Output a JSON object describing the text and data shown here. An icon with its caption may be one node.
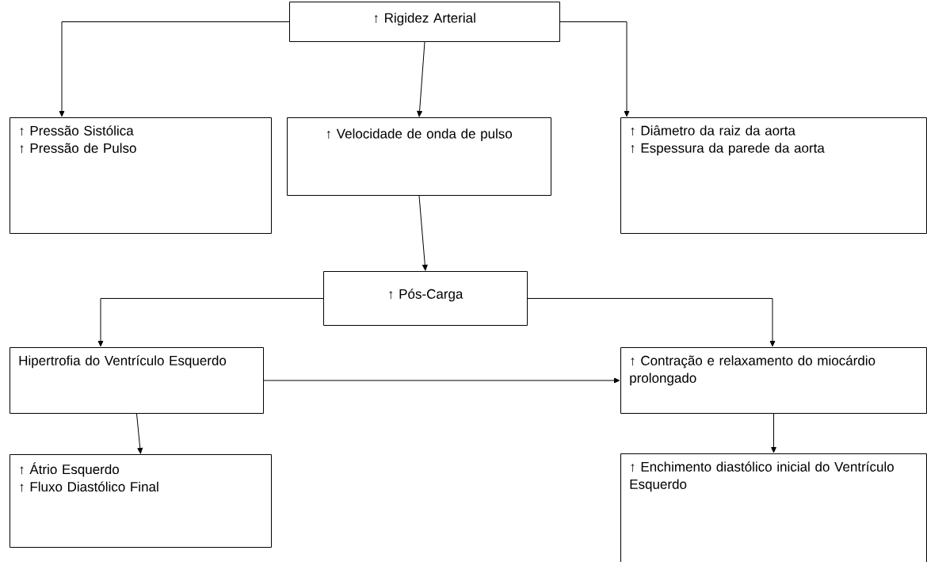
{
  "diagram": {
    "nodes": [
      {
        "text": [
          "↑ Rigidez Arterial"
        ]
      },
      {
        "text": [
          "↑ Pressão Sistólica",
          "↑ Pressão de Pulso"
        ]
      },
      {
        "text": [
          "↑ Velocidade de onda de pulso"
        ]
      },
      {
        "text": [
          "↑ Diâmetro da raiz da aorta",
          "↑ Espessura da parede da aorta"
        ]
      },
      {
        "text": [
          "↑ Pós-Carga"
        ]
      },
      {
        "text": [
          "Hipertrofia do Ventrículo Esquerdo"
        ]
      },
      {
        "text": [
          "↑ Contração e relaxamento do miocárdio prolongado"
        ]
      },
      {
        "text": [
          "↑ Átrio Esquerdo",
          "↑ Fluxo Diastólico Final"
        ]
      },
      {
        "text": [
          "↑ Enchimento diastólico inicial do Ventrículo Esquerdo"
        ]
      }
    ],
    "edges": [
      {
        "from": 0,
        "to": 1,
        "arrow": "to"
      },
      {
        "from": 0,
        "to": 2,
        "arrow": "to"
      },
      {
        "from": 0,
        "to": 3,
        "arrow": "to"
      },
      {
        "from": 2,
        "to": 4,
        "arrow": "to"
      },
      {
        "from": 4,
        "to": 5,
        "arrow": "to"
      },
      {
        "from": 4,
        "to": 6,
        "arrow": "to"
      },
      {
        "from": 5,
        "to": 6,
        "arrow": "to"
      },
      {
        "from": 5,
        "to": 7,
        "arrow": "to"
      },
      {
        "from": 6,
        "to": 8,
        "arrow": "to"
      }
    ]
  }
}
